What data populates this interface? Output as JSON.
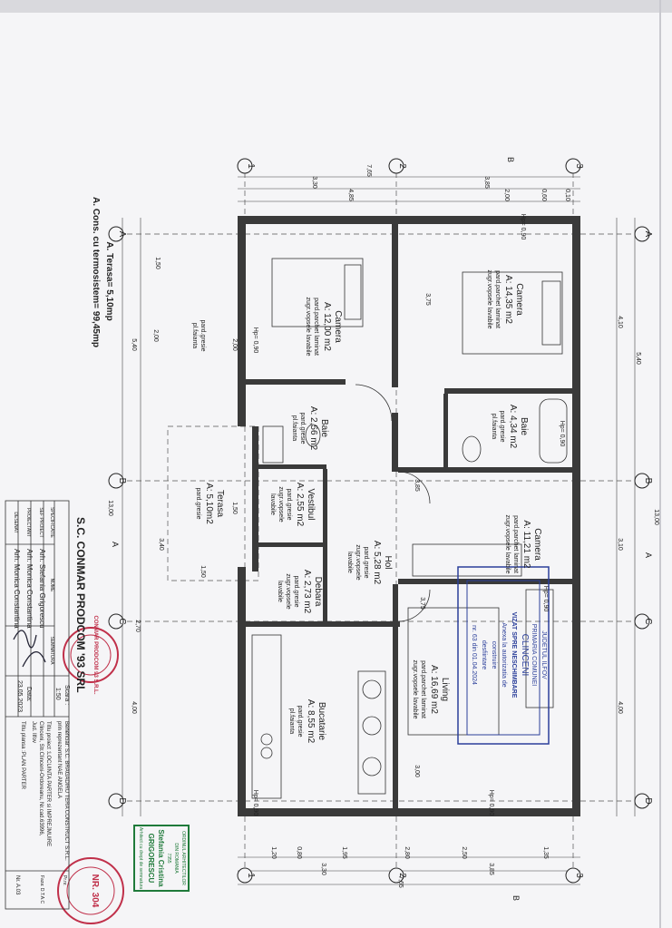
{
  "summary": {
    "area_built": "A. Cons. cu termosistem= 99,45mp",
    "area_terrace": "A. Terasa= 5,10mp"
  },
  "grid_axes": {
    "rows": [
      "A",
      "B",
      "C",
      "D"
    ],
    "cols": [
      "1",
      "2",
      "3"
    ]
  },
  "section_marks": {
    "a": "A",
    "b": "B"
  },
  "rooms": [
    {
      "name": "Camera",
      "area": "A: 14,35 m2",
      "finishes": [
        "pard.parchet laminat",
        "zugr.vopsele lavabile"
      ]
    },
    {
      "name": "Camera",
      "area": "A: 12,00 m2",
      "finishes": [
        "pard.parchet laminat",
        "zugr.vopsele lavabile"
      ]
    },
    {
      "name": "Baie",
      "area": "A: 4,34 m2",
      "finishes": [
        "pard.gresie",
        "pl.faianta"
      ]
    },
    {
      "name": "Baie",
      "area": "A: 2,56 m2",
      "finishes": [
        "pard.gresie",
        "pl.faianta"
      ]
    },
    {
      "name": "Vestibul",
      "area": "A: 2,55 m2",
      "finishes": [
        "pard.gresie",
        "zugr.vopsele",
        "lavabile"
      ]
    },
    {
      "name": "Terasa",
      "area": "A: 5,10m2",
      "finishes": [
        "pard.gresie"
      ]
    },
    {
      "name": "Hol",
      "area": "A: 5,28 m2",
      "finishes": [
        "pard.gresie",
        "zugr.vopsele",
        "lavabile"
      ]
    },
    {
      "name": "Camera",
      "area": "A: 11,21 m2",
      "finishes": [
        "pard.parchet laminat",
        "zugr.vopsele lavabile"
      ]
    },
    {
      "name": "Debara",
      "area": "A: 2,73 m2",
      "finishes": [
        "pard.gresie",
        "zugr.vopsele",
        "lavabile"
      ]
    },
    {
      "name": "Living",
      "area": "A: 16,69 m2",
      "finishes": [
        "pard.parchet laminat",
        "zugr.vopsele lavabile"
      ]
    },
    {
      "name": "Bucatarie",
      "area": "A: 8,55 m2",
      "finishes": [
        "pard.gresie",
        "pl.faianta"
      ]
    }
  ],
  "extra_finish": [
    "pard.gresie",
    "pl.faianta"
  ],
  "dimensions": [
    "7,65",
    "3,30",
    "3,85",
    "4,85",
    "2,00",
    "0,60",
    "0,10",
    "1,50",
    "2,00",
    "3,75",
    "3,30",
    "3,85",
    "7,65",
    "1,20",
    "0,80",
    "1,95",
    "2,80",
    "2,50",
    "1,35",
    "3,00",
    "3,85",
    "4,10",
    "5,40",
    "3,10",
    "13,00",
    "4,00",
    "5,40",
    "2,00",
    "13,00",
    "3,40",
    "2,70",
    "4,00",
    "1,50",
    "1,50",
    "3,75"
  ],
  "annotations": [
    "Hp= 0,90",
    "Hp= 0,90",
    "Hp= 0,90",
    "Hp= 0,90",
    "Hp= 0,90",
    "Hp= 0,90"
  ],
  "title_block": {
    "company": "S.C. CONMAR PRODCOM '93 SRL",
    "headers": {
      "spec": "SPECIFICATIE",
      "name": "NUME",
      "signature": "SEMNATURA"
    },
    "rows": [
      {
        "role": "SEF PROIECT",
        "name": "Arh. Stefania Grigorescu"
      },
      {
        "role": "PROIECTANT",
        "name": "Arh. Monica Constantina"
      },
      {
        "role": "DESENAT",
        "name": "Arh. Monica Constantina"
      }
    ],
    "scale_label": "Scara :",
    "scale": "1:50",
    "date_label": "Data:",
    "date": "23.05.2023",
    "beneficiary": "Beneficiar: S.C. BRAGADIRU TERA CONSTRUCT S.R.L.",
    "beneficiary_rep": "prin reprezentant NAE ANGELA",
    "project_title": "Titlu proiect :LOCUINTA PARTER si IMPREJMUIRE",
    "project_address": "Clinceni, Str.Clinceni-Ordoreanu, Nr.cad.63996,",
    "project_county": "Jud. Ilfov",
    "sheet_title": "Titlu plansa :PLAN PARTER",
    "project_no": "Pr.nr.",
    "phase": "Faza: D.T.A.C",
    "sheet_no": "Nr. A.03"
  },
  "stamps": {
    "company_stamp": "CONMAR PRODCOM 93 S.R.L.",
    "verification_stamp": "NR. 304",
    "architect_stamp": [
      "ORDINUL ARHITECTILOR",
      "DIN ROMANIA",
      "7355",
      "Stefania Cristina",
      "GRIGORESCU",
      "Arhitect cu drept de semnatura"
    ],
    "approval_stamp": [
      "JUDETUL ILFOV",
      "PRIMARIA COMUNEI",
      "CLINCENI",
      "VIZAT SPRE NESCHIMBARE",
      "Anexa la autorizatia de",
      "construire",
      "desfiintare",
      "nr. 63 din 01.04.2024"
    ]
  },
  "colors": {
    "ink": "#222222",
    "stamp_red": "#c0304a",
    "stamp_green": "#1f7a3a",
    "stamp_blue": "#2b3f9a"
  }
}
